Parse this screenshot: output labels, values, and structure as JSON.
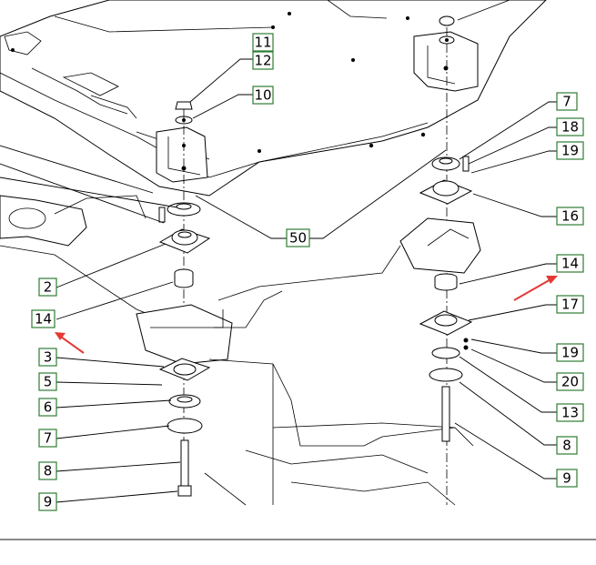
{
  "diagram": {
    "callouts": [
      {
        "id": "c11",
        "label": "11"
      },
      {
        "id": "c12",
        "label": "12"
      },
      {
        "id": "c10",
        "label": "10"
      },
      {
        "id": "c50",
        "label": "50"
      },
      {
        "id": "c2",
        "label": "2"
      },
      {
        "id": "c14l",
        "label": "14"
      },
      {
        "id": "c3",
        "label": "3"
      },
      {
        "id": "c5",
        "label": "5"
      },
      {
        "id": "c6",
        "label": "6"
      },
      {
        "id": "c7l",
        "label": "7"
      },
      {
        "id": "c8l",
        "label": "8"
      },
      {
        "id": "c9l",
        "label": "9"
      },
      {
        "id": "c7r",
        "label": "7"
      },
      {
        "id": "c18",
        "label": "18"
      },
      {
        "id": "c19a",
        "label": "19"
      },
      {
        "id": "c16",
        "label": "16"
      },
      {
        "id": "c14r",
        "label": "14"
      },
      {
        "id": "c17",
        "label": "17"
      },
      {
        "id": "c19b",
        "label": "19"
      },
      {
        "id": "c20",
        "label": "20"
      },
      {
        "id": "c13",
        "label": "13"
      },
      {
        "id": "c8r",
        "label": "8"
      },
      {
        "id": "c9r",
        "label": "9"
      }
    ],
    "arrow_color": "#e53935",
    "callout_border_color": "#2e7d32"
  }
}
